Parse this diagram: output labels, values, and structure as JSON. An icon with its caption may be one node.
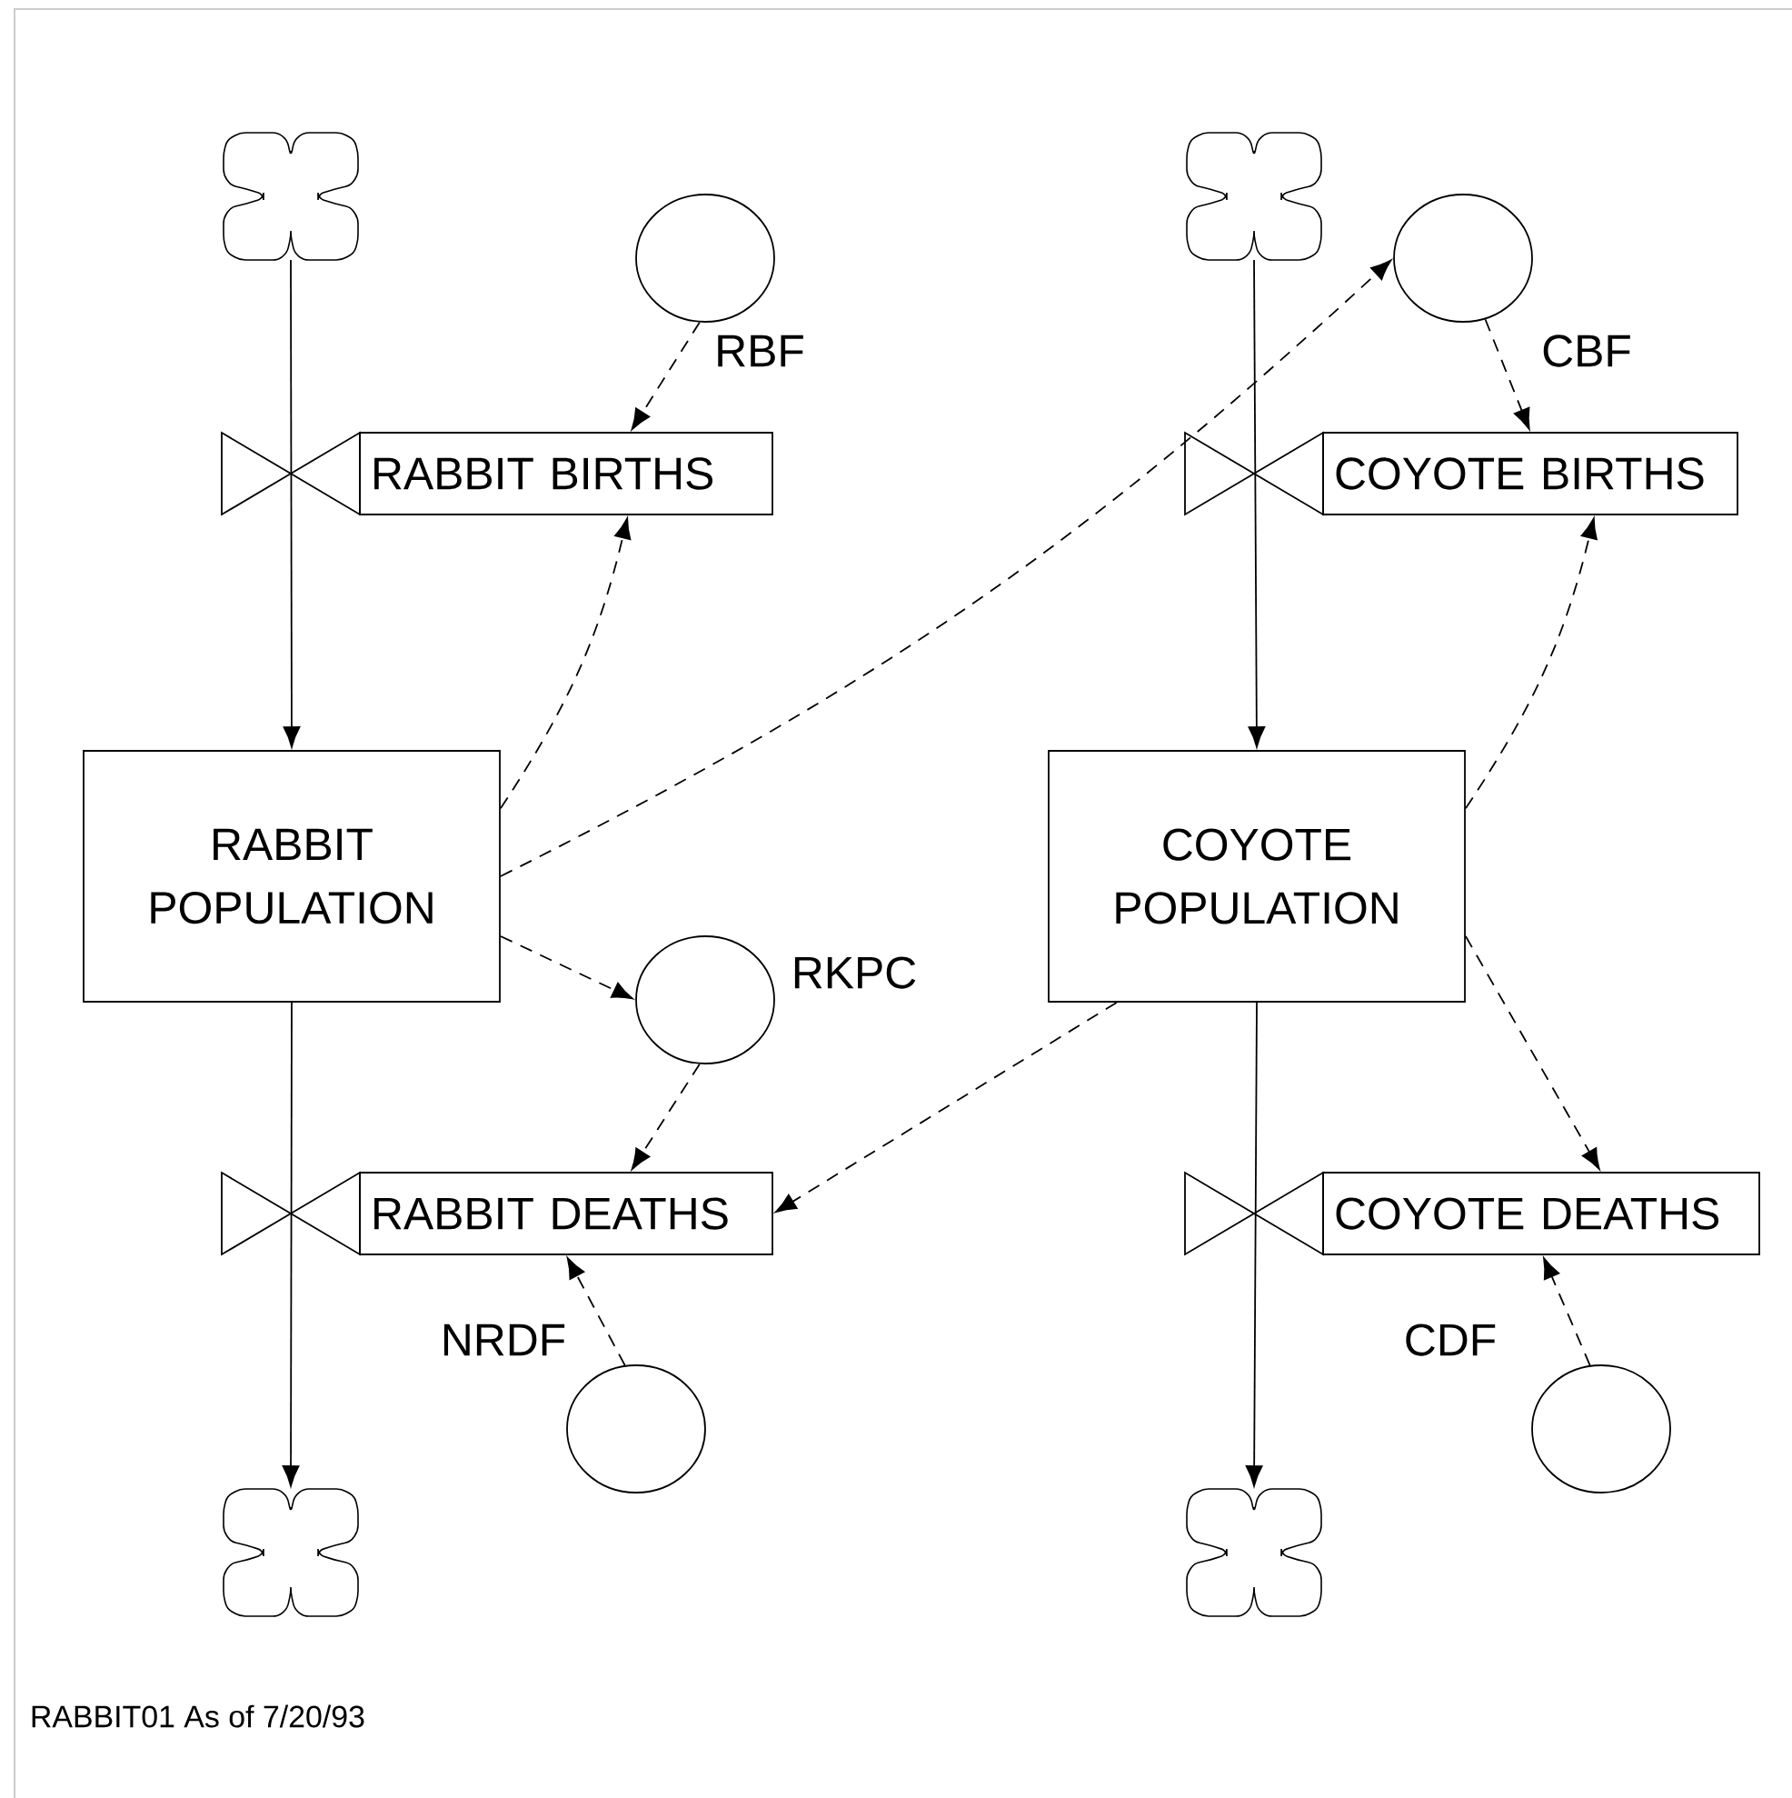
{
  "diagram": {
    "nodes": [
      {
        "text": [],
        "shape": "cloud"
      },
      {
        "text": [],
        "shape": "circle",
        "beside": [
          "RBF"
        ]
      },
      {
        "text": [
          "RABBIT BIRTHS"
        ]
      },
      {
        "text": [
          "RABBIT POPULATION"
        ]
      },
      {
        "text": [],
        "shape": "circle",
        "beside": [
          "RKPC"
        ]
      },
      {
        "text": [
          "RABBIT DEATHS"
        ]
      },
      {
        "text": [],
        "shape": "circle",
        "beside": [
          "NRDF"
        ]
      },
      {
        "text": [],
        "shape": "cloud"
      },
      {
        "text": [],
        "shape": "cloud"
      },
      {
        "text": [],
        "shape": "circle",
        "beside": [
          "CBF"
        ]
      },
      {
        "text": [
          "COYOTE BIRTHS"
        ]
      },
      {
        "text": [
          "COYOTE POPULATION"
        ]
      },
      {
        "text": [
          "COYOTE DEATHS"
        ]
      },
      {
        "text": [],
        "shape": "circle",
        "beside": [
          "CDF"
        ]
      },
      {
        "text": [],
        "shape": "cloud"
      }
    ],
    "edges": [
      {
        "from": 0,
        "to": 3,
        "arrow": "to"
      },
      {
        "from": 3,
        "to": 7,
        "arrow": "to"
      },
      {
        "from": 1,
        "to": 2,
        "arrow": "to",
        "style": "dashed"
      },
      {
        "from": 3,
        "to": 2,
        "arrow": "to",
        "style": "dashed"
      },
      {
        "from": 3,
        "to": 9,
        "arrow": "to",
        "style": "dashed"
      },
      {
        "from": 3,
        "to": 4,
        "arrow": "to",
        "style": "dashed"
      },
      {
        "from": 4,
        "to": 5,
        "arrow": "to",
        "style": "dashed"
      },
      {
        "from": 11,
        "to": 5,
        "arrow": "to",
        "style": "dashed"
      },
      {
        "from": 6,
        "to": 5,
        "arrow": "to",
        "style": "dashed"
      },
      {
        "from": 9,
        "to": 10,
        "arrow": "to",
        "style": "dashed"
      },
      {
        "from": 11,
        "to": 10,
        "arrow": "to",
        "style": "dashed"
      },
      {
        "from": 11,
        "to": 12,
        "arrow": "to",
        "style": "dashed"
      },
      {
        "from": 13,
        "to": 12,
        "arrow": "to",
        "style": "dashed"
      },
      {
        "from": 8,
        "to": 11,
        "arrow": "to"
      },
      {
        "from": 11,
        "to": 14,
        "arrow": "to"
      }
    ],
    "labels": [
      "RABBIT01  As of 7/20/93"
    ]
  }
}
